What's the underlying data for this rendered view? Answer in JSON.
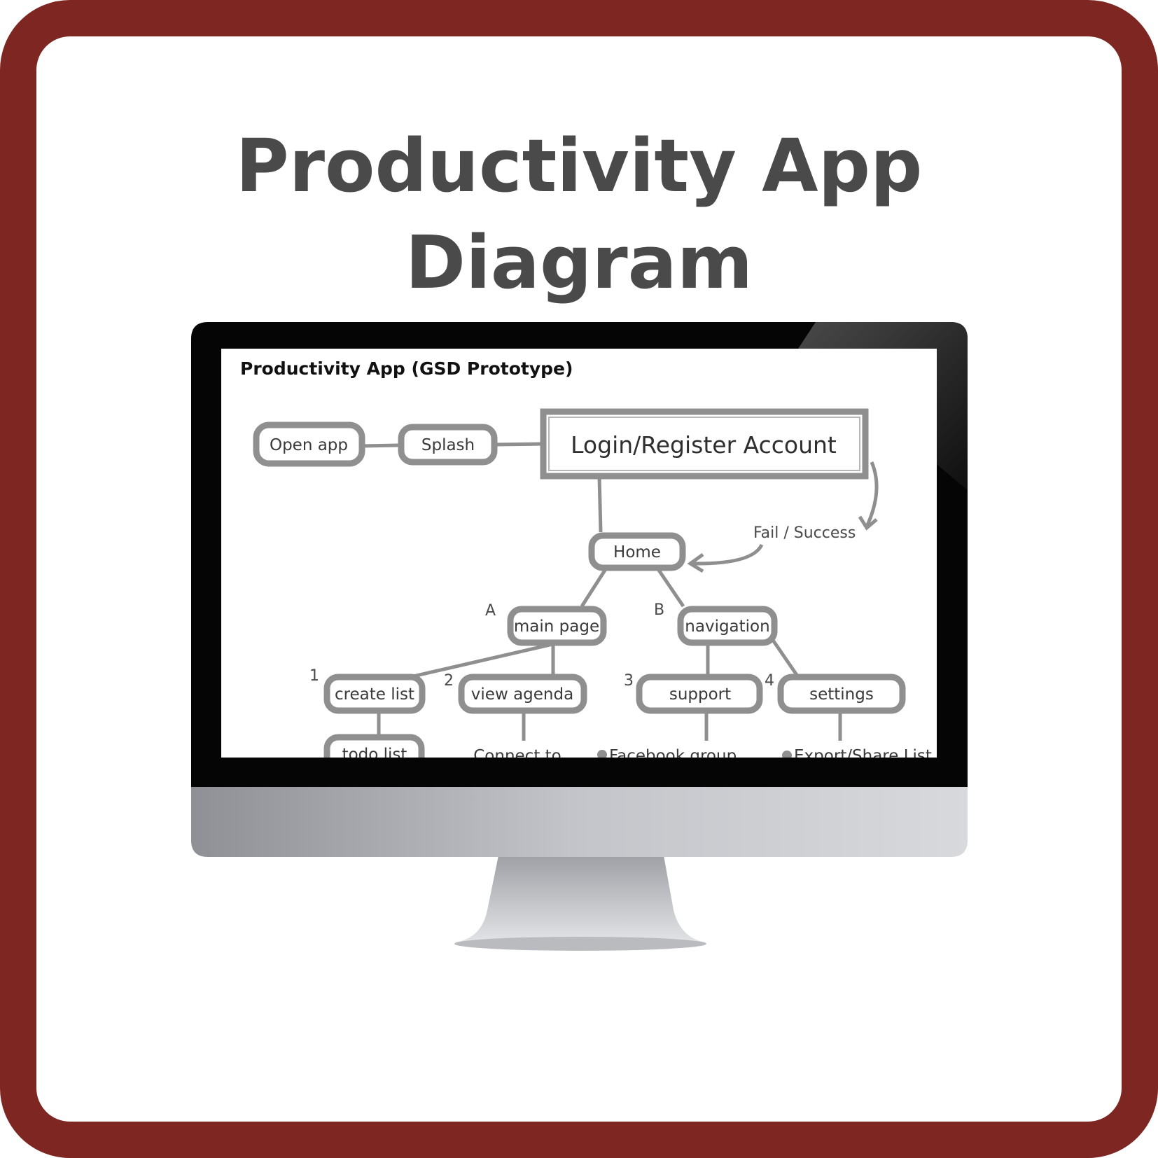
{
  "title": {
    "line1": "Productivity App",
    "line2": "Diagram"
  },
  "diagram": {
    "heading": "Productivity App (GSD Prototype)",
    "nodes": {
      "open_app": "Open app",
      "splash": "Splash",
      "login": "Login/Register Account",
      "home": "Home",
      "main_page": "main page",
      "navigation": "navigation",
      "create_list": "create list",
      "view_agenda": "view agenda",
      "support": "support",
      "settings": "settings",
      "todo_list": "todo list",
      "connect_to": "Connect to",
      "facebook_group": "Facebook group",
      "export_share": "Export/Share List"
    },
    "labels": {
      "fail_success": "Fail / Success",
      "a": "A",
      "b": "B",
      "n1": "1",
      "n2": "2",
      "n3": "3",
      "n4": "4"
    }
  },
  "colors": {
    "frame": "#7d2622",
    "title": "#4a4a4a",
    "node_stroke": "#8f8f8f",
    "bezel": "#050505"
  }
}
